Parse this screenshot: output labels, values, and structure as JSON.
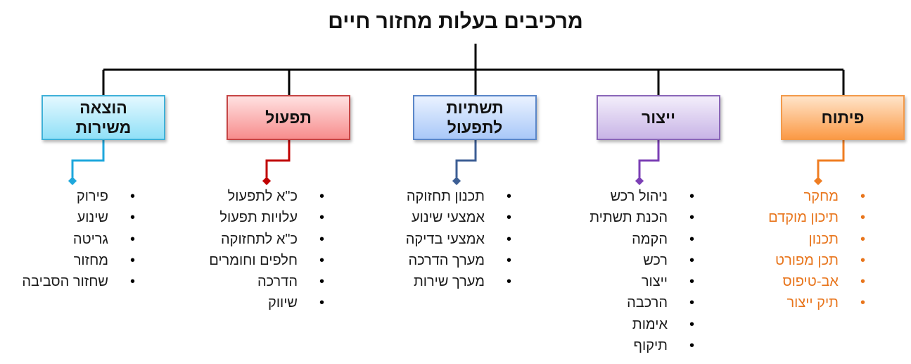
{
  "title": "מרכיבים בעלות מחזור חיים",
  "categories": [
    {
      "key": "develop",
      "label": "פיתוח",
      "border": "#f39a4a",
      "fill_top": "#ffe4c9",
      "fill_bottom": "#fb9a46",
      "accent": "#ef7d22",
      "text_color": "#e8751c",
      "items": [
        "מחקר",
        "תיכון מוקדם",
        "תכנון",
        "תכן מפורט",
        "אב-טיפוס",
        "תיק ייצור"
      ]
    },
    {
      "key": "production",
      "label": "ייצור",
      "border": "#8a66b8",
      "fill_top": "#f3eefb",
      "fill_bottom": "#c8b4e6",
      "accent": "#7b3fb5",
      "text_color": "#1a1a1a",
      "items": [
        "ניהול רכש",
        "הכנת תשתית",
        "הקמה",
        "רכש",
        "ייצור",
        "הרכבה",
        "אימות",
        "תיקוף"
      ]
    },
    {
      "key": "infrastructure",
      "label": "תשתיות לתפעול",
      "border": "#5a86c8",
      "fill_top": "#eaf2ff",
      "fill_bottom": "#a9c8f8",
      "accent": "#3c5e94",
      "text_color": "#1a1a1a",
      "items": [
        "תכנון תחזוקה",
        "אמצעי שינוע",
        "אמצעי בדיקה",
        "מערך הדרכה",
        "מערך שירות"
      ]
    },
    {
      "key": "operation",
      "label": "תפעול",
      "border": "#c64545",
      "fill_top": "#ffe1e1",
      "fill_bottom": "#f78d8d",
      "accent": "#c00000",
      "text_color": "#1a1a1a",
      "items": [
        "כ\"א לתפעול",
        "עלויות תפעול",
        "כ\"א לתחזוקה",
        "חלפים וחומרים",
        "הדרכה",
        "שיווק"
      ]
    },
    {
      "key": "decommission",
      "label": "הוצאה משירות",
      "border": "#3fb1d8",
      "fill_top": "#e4f8ff",
      "fill_bottom": "#90e0f7",
      "accent": "#1ea7dc",
      "text_color": "#1a1a1a",
      "items": [
        "פירוק",
        "שינוע",
        "גריטה",
        "מחזור",
        "שחזור הסביבה"
      ]
    }
  ]
}
